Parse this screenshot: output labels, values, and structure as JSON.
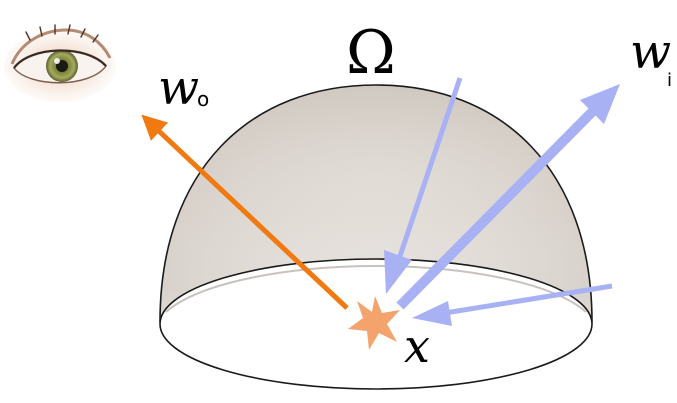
{
  "diagram": {
    "domain_symbol": "Ω",
    "outgoing_symbol": "w",
    "outgoing_subscript": "o",
    "incoming_symbol": "w",
    "incoming_subscript": "i",
    "point_symbol": "x"
  },
  "colors": {
    "outgoing_arrow": "#f07a10",
    "incoming_arrow": "#a9b1f5",
    "hemisphere_fill_top": "#d6cfc7",
    "hemisphere_fill_bottom": "#ffffff",
    "hemisphere_outline": "#1a1a1a",
    "point_star": "#f4a36c",
    "eye_iris": "#9aa35a"
  },
  "icons": {
    "viewer": "eye-icon",
    "point": "star-icon"
  }
}
